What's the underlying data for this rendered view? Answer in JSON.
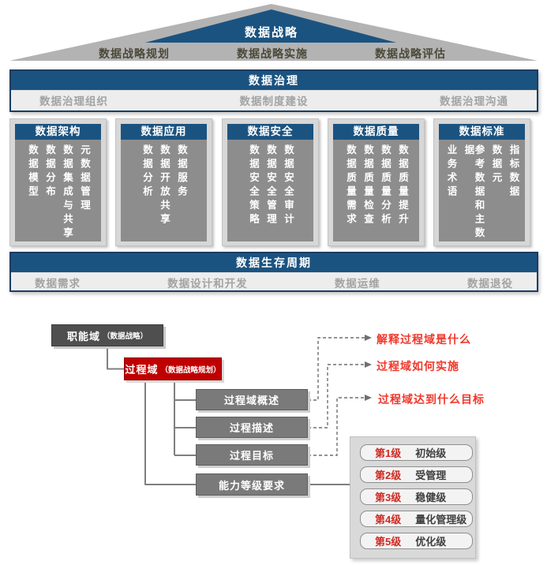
{
  "house": {
    "roof": {
      "title": "数据战略",
      "items": [
        "数据战略规划",
        "数据战略实施",
        "数据战略评估"
      ]
    },
    "governance": {
      "title": "数据治理",
      "items": [
        "数据治理组织",
        "数据制度建设",
        "数据治理沟通"
      ]
    },
    "pillars": [
      {
        "title": "数据架构",
        "columns": [
          "数据模型",
          "数据分布",
          "数据集成与共享",
          "元数据管理"
        ]
      },
      {
        "title": "数据应用",
        "columns": [
          "数据分析",
          "数据开放共享",
          "数据服务"
        ]
      },
      {
        "title": "数据安全",
        "columns": [
          "数据安全策略",
          "数据安全管理",
          "数据安全审计"
        ]
      },
      {
        "title": "数据质量",
        "columns": [
          "数据质量需求",
          "数据质量检查",
          "数据质量分析",
          "数据质量提升"
        ]
      },
      {
        "title": "数据标准",
        "columns": [
          "业务术语",
          "参考数据和主数据",
          "数据元",
          "指标数据"
        ]
      }
    ],
    "lifecycle": {
      "title": "数据生存周期",
      "items": [
        "数据需求",
        "数据设计和开发",
        "数据运维",
        "数据退役"
      ]
    }
  },
  "flow": {
    "function_domain": {
      "label": "职能域",
      "sublabel": "（数据战略）"
    },
    "process_domain": {
      "label": "过程域",
      "sublabel": "（数据战略规划）"
    },
    "boxes": [
      "过程域概述",
      "过程描述",
      "过程目标",
      "能力等级要求"
    ],
    "annotations": [
      "解释过程域是什么",
      "过程域如何实施",
      "过程域达到什么目标"
    ],
    "levels": [
      {
        "grade": "第1级",
        "name": "初始级"
      },
      {
        "grade": "第2级",
        "name": "受管理"
      },
      {
        "grade": "第3级",
        "name": "稳健级"
      },
      {
        "grade": "第4级",
        "name": "量化管理级"
      },
      {
        "grade": "第5级",
        "name": "优化级"
      }
    ]
  },
  "colors": {
    "navy_border": "#1d3c63",
    "header_blue": "#1b5380",
    "roof_gray": "#b3b3b3",
    "roof_label_text": "#4b4939",
    "pillar_body_gray": "#8d8d8d",
    "band_item_text": "#a3a3a3",
    "dark_box": "#4f4f4f",
    "mid_box": "#7a7a7a",
    "red_box": "#c00000",
    "red_text": "#f0372b",
    "connector_gray": "#7f7f7f"
  }
}
